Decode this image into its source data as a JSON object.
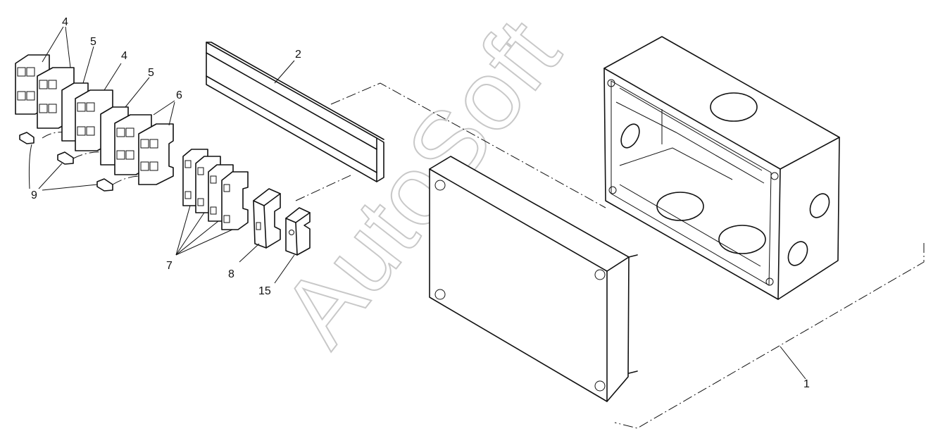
{
  "watermark": "AutoSoft",
  "callouts": {
    "c1": "1",
    "c2": "2",
    "c4a": "4",
    "c4b": "4",
    "c5a": "5",
    "c5b": "5",
    "c6": "6",
    "c7": "7",
    "c8": "8",
    "c9": "9",
    "c15": "15"
  }
}
